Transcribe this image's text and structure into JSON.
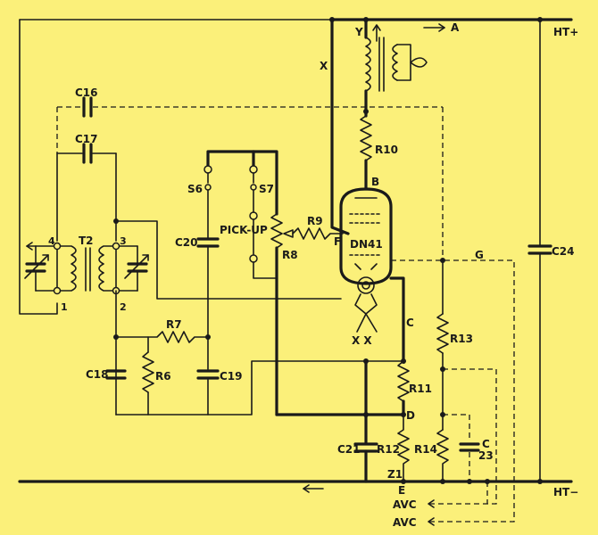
{
  "rails": {
    "ht_plus": "HT+",
    "ht_minus": "HT−"
  },
  "points": {
    "a": "A",
    "y": "Y",
    "x": "X",
    "b": "B",
    "f": "F",
    "g": "G",
    "c": "C",
    "d": "D",
    "e": "E",
    "z1": "Z1",
    "xx": "X   X"
  },
  "capacitors": {
    "c16": "C16",
    "c17": "C17",
    "c18": "C18",
    "c19": "C19",
    "c20": "C20",
    "c21": "C21",
    "c23": "C",
    "c23b": "23",
    "c24": "C24"
  },
  "resistors": {
    "r6": "R6",
    "r7": "R7",
    "r8": "R8",
    "r9": "R9",
    "r10": "R10",
    "r11": "R11",
    "r12": "R12",
    "r13": "R13",
    "r14": "R14"
  },
  "switches": {
    "s6": "S6",
    "s7": "S7"
  },
  "transformer": {
    "name": "T2",
    "pin1": "1",
    "pin2": "2",
    "pin3": "3",
    "pin4": "4"
  },
  "valve": {
    "name": "DN41"
  },
  "pickup": {
    "label": "PICK-UP"
  },
  "avc": {
    "line1": "AVC",
    "line2": "AVC"
  }
}
